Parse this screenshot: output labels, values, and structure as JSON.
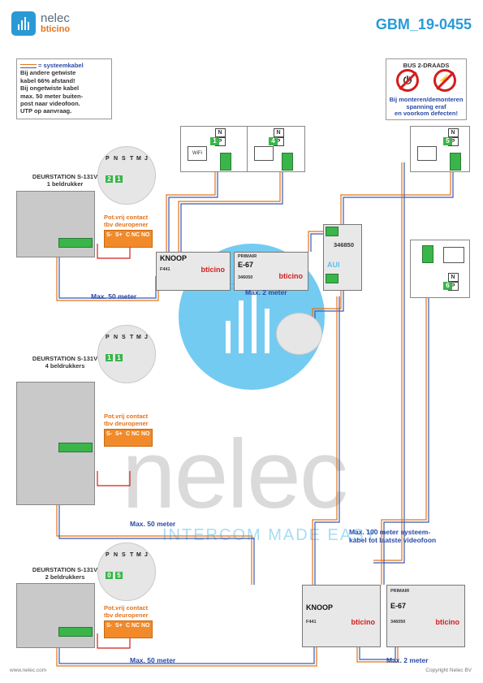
{
  "header": {
    "brand": "nelec",
    "brand_sub": "bticino",
    "doc_id": "GBM_19-0455"
  },
  "note_box": {
    "title": "= systeemkabel",
    "lines": [
      "Bij andere getwiste",
      "kabel 66% afstand!",
      "Bij ongetwiste kabel",
      "max. 50 meter buiten-",
      "post naar videofoon.",
      "UTP op aanvraag."
    ]
  },
  "bus_box": {
    "title": "BUS 2-DRAADS",
    "warning_lines": [
      "Bij monteren/demonteren",
      "spanning eraf",
      "en voorkom defecten!"
    ],
    "icons": [
      "no-power-plug-icon",
      "no-high-voltage-icon"
    ]
  },
  "stations": [
    {
      "title": "DEURSTATION S-131V",
      "subtitle": "1 beldrukker",
      "dip_letters": [
        "P",
        "N",
        "S",
        "T",
        "M",
        "J"
      ],
      "dip_values": [
        "2",
        "1"
      ],
      "contact_label_1": "Pot.vrij contact",
      "contact_label_2": "tbv deuropener",
      "terminals": [
        "S-",
        "S+",
        "C",
        "NC",
        "NO"
      ],
      "distance": "Max. 50 meter"
    },
    {
      "title": "DEURSTATION S-131V",
      "subtitle": "4 beldrukkers",
      "dip_letters": [
        "P",
        "N",
        "S",
        "T",
        "M",
        "J"
      ],
      "dip_values": [
        "1",
        "1"
      ],
      "contact_label_1": "Pot.vrij contact",
      "contact_label_2": "tbv deuropener",
      "terminals": [
        "S-",
        "S+",
        "C",
        "NC",
        "NO"
      ],
      "distance": "Max. 50 meter"
    },
    {
      "title": "DEURSTATION S-131V",
      "subtitle": "2 beldrukkers",
      "dip_letters": [
        "P",
        "N",
        "S",
        "T",
        "M",
        "J"
      ],
      "dip_values": [
        "0",
        "5"
      ],
      "contact_label_1": "Pot.vrij contact",
      "contact_label_2": "tbv deuropener",
      "terminals": [
        "S-",
        "S+",
        "C",
        "NC",
        "NO"
      ],
      "distance": "Max. 50 meter"
    }
  ],
  "modules": {
    "knoop_1": {
      "title": "KNOOP",
      "code": "F441",
      "brand": "bticino"
    },
    "e67_1": {
      "title": "E-67",
      "tag": "PRIMAIR",
      "code": "346050",
      "brand": "bticino"
    },
    "distance_1": "Max. 2 meter",
    "interface": {
      "code": "346850",
      "tag": "AUI"
    },
    "knoop_2": {
      "title": "KNOOP",
      "code": "F441",
      "brand": "bticino"
    },
    "e67_2": {
      "title": "E-67",
      "tag": "PRIMAIR",
      "code": "346050",
      "brand": "bticino"
    },
    "distance_2": "Max. 2 meter"
  },
  "monitors": [
    {
      "n": "N",
      "p": "P",
      "value": "1"
    },
    {
      "n": "N",
      "p": "P",
      "value": "4"
    },
    {
      "n": "N",
      "p": "P",
      "value": "5"
    },
    {
      "n": "N",
      "p": "P",
      "value": "6"
    }
  ],
  "wifi_label": "WiFi",
  "long_distance": [
    "Max. 100 meter systeem-",
    "kabel tot laatste videofoon"
  ],
  "watermark": {
    "brand": "nelec",
    "tagline": "INTERCOM MADE EASY"
  },
  "footer": {
    "left": "www.nelec.com",
    "right": "Copyright Nelec BV"
  },
  "colors": {
    "accent": "#2a9ad6",
    "wire_orange": "#e4731a",
    "wire_blue": "#3a5bb0",
    "terminal_green": "#3ab54a",
    "warning_red": "#d21e1e"
  }
}
